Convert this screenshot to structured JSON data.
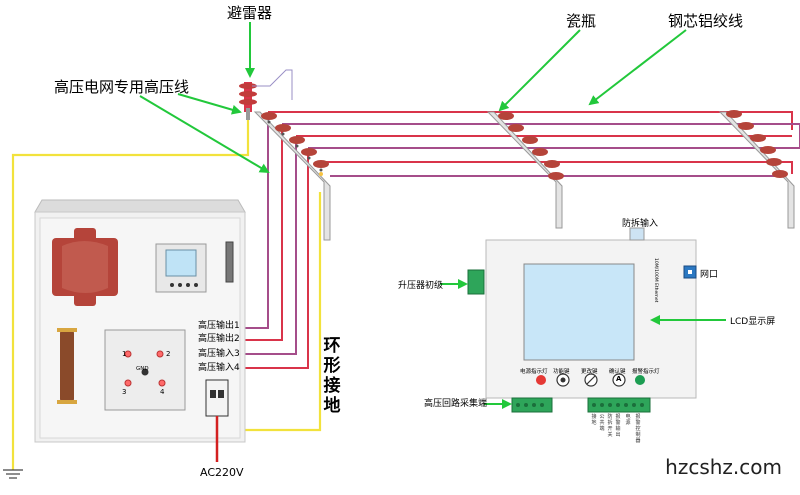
{
  "labels": {
    "arrester": "避雷器",
    "insulator": "瓷瓶",
    "steel_wire": "钢芯铝绞线",
    "hv_line": "高压电网专用高压线",
    "hv_out_1": "高压输出1",
    "hv_out_2": "高压输出2",
    "hv_in_3": "高压输入3",
    "hv_in_4": "高压输入4",
    "ring_ground": "环形接地",
    "ac220v": "AC220V",
    "tamper_input": "防拆输入",
    "transformer_primary": "升压器初级",
    "network_port": "网口",
    "lcd_screen": "LCD显示屏",
    "hv_loop_collect": "高压回路采集端",
    "ethernet_side": "10M/100M Ethernet"
  },
  "terminals": {
    "t1": "1",
    "t2": "2",
    "t3": "3",
    "t4": "4",
    "gnd": "GND"
  },
  "panel": {
    "power_indicator": "电源指示灯",
    "function_key": "功能键",
    "change_key": "更改键",
    "confirm_key": "确认键",
    "alarm_indicator": "报警指示灯",
    "confirm_symbol": "A"
  },
  "bottom_terminal_labels": {
    "ground": "接地",
    "common": "公共端",
    "tamper_contact": "防拆开关",
    "alarm_contact": "报警输出",
    "power_in": "电源",
    "alarm_control": "报警控制器"
  },
  "watermark": "hzcshz.com",
  "colors": {
    "hv_wire_red": "#d9344a",
    "hv_wire_purple": "#a54d8a",
    "ground_yellow": "#f2e23c",
    "arrow_green": "#22c83b",
    "insulator_brown": "#b5443a",
    "cabinet_fill": "#f1f1f1",
    "terminal_green": "#2ea55a",
    "lcd_blue": "#c8e6f8"
  }
}
